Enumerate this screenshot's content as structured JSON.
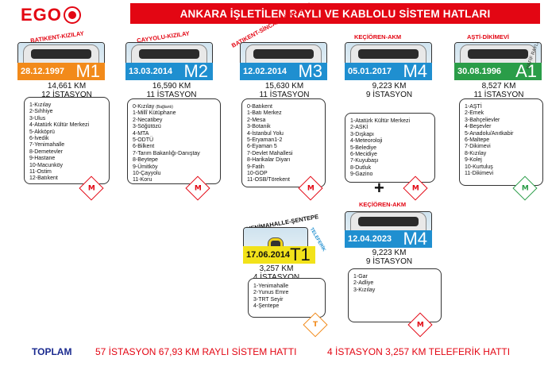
{
  "header": {
    "logo_text": "EGO",
    "title": "ANKARA İŞLETİLEN RAYLI VE KABLOLU SİSTEM HATLARI"
  },
  "lines": [
    {
      "title": "BATIKENT-KIZILAY",
      "date": "28.12.1997",
      "code": "M1",
      "km": "14,661 KM",
      "stations_count": "12 İSTASYON",
      "color": "#f28a1a",
      "stations": [
        "1-Kızılay",
        "2-Sıhhiye",
        "3-Ulus",
        "4-Atatürk Kültür Merkezi",
        "5-Akköprü",
        "6-İvedik",
        "7-Yenimahalle",
        "8-Demetevler",
        "9-Hastane",
        "10-Macunköy",
        "11-Ostim",
        "12-Batıkent"
      ]
    },
    {
      "title": "ÇAYYOLU-KIZILAY",
      "date": "13.03.2014",
      "code": "M2",
      "km": "16,590 KM",
      "stations_count": "11 İSTASYON",
      "color": "#1f8fd0",
      "stations": [
        "0-Kızılay",
        "1-Millî Kütüphane",
        "2-Necatibey",
        "3-Söğütözü",
        "4-MTA",
        "5-ODTÜ",
        "6-Bilkent",
        "7-Tarım Bakanlığı-Danıştay",
        "8-Beytepe",
        "9-Ümitköy",
        "10-Çayyolu",
        "11-Koru"
      ],
      "first_note": "(Bağlantı)"
    },
    {
      "title": "BATIKENT-SİNCAN/TÖREKENT",
      "date": "12.02.2014",
      "code": "M3",
      "km": "15,630 KM",
      "stations_count": "11 İSTASYON",
      "color": "#1f8fd0",
      "stations": [
        "0-Batıkent",
        "1-Batı Merkez",
        "2-Mesa",
        "3-Botanik",
        "4-İstanbul Yolu",
        "5-Eryaman1-2",
        "6-Eyaman 5",
        "7-Devlet Mahallesi",
        "8-Harikalar Diyarı",
        "9-Fatih",
        "10-GOP",
        "11-OSB/Törekent"
      ]
    },
    {
      "title": "KEÇİÖREN-AKM",
      "date": "05.01.2017",
      "code": "M4",
      "km": "9,223 KM",
      "stations_count": "9 İSTASYON",
      "color": "#1f8fd0",
      "stations": [
        "1-Atatürk Kültür Merkezi",
        "2-ASKİ",
        "3-Dışkapı",
        "4-Meteoroloji",
        "5-Belediye",
        "6-Mecidiye",
        "7-Kuyubaşı",
        "8-Dutluk",
        "9-Gazino"
      ]
    },
    {
      "title": "AŞTİ-DİKİMEVİ",
      "date": "30.08.1996",
      "code": "A1",
      "km": "8,527 KM",
      "stations_count": "11 İSTASYON",
      "color": "#2a9d48",
      "side_label": "HAFİF RAYLI",
      "stations": [
        "1-AŞTİ",
        "2-Emek",
        "3-Bahçelievler",
        "4-Beşevler",
        "5-Anadolu/Anıtkabir",
        "6-Maltepe",
        "7-Dikimevi",
        "8-Kızılay",
        "9-Kolej",
        "10-Kurtuluş",
        "11-Dikimevi"
      ]
    },
    {
      "title": "YENİMAHALLE-ŞENTEPE",
      "date": "17.06.2014",
      "code": "T1",
      "km": "3,257 KM",
      "stations_count": "4 İSTASYON",
      "color": "#f2e21a",
      "side_label": "TELEFERİK",
      "stations": [
        "1-Yenimahalle",
        "2-Yunus Emre",
        "3-TRT Seyir",
        "4-Şentepe"
      ]
    },
    {
      "title": "KEÇİÖREN-AKM",
      "date": "12.04.2023",
      "code": "M4",
      "km": "9,223 KM",
      "stations_count": "9 İSTASYON",
      "color": "#1f8fd0",
      "stations": [
        "1-Gar",
        "2-Adliye",
        "3-Kızılay"
      ]
    }
  ],
  "plus_sign": "+",
  "badges": {
    "metro": "M",
    "tram": "T",
    "light": "M"
  },
  "footer": {
    "label": "TOPLAM",
    "rail": "57 İSTASYON  67,93 KM RAYLI SİSTEM HATTI",
    "cable": "4 İSTASYON 3,257 KM TELEFERİK HATTI"
  },
  "colors": {
    "brand_red": "#e30613",
    "footer_blue": "#1a2a8f"
  }
}
